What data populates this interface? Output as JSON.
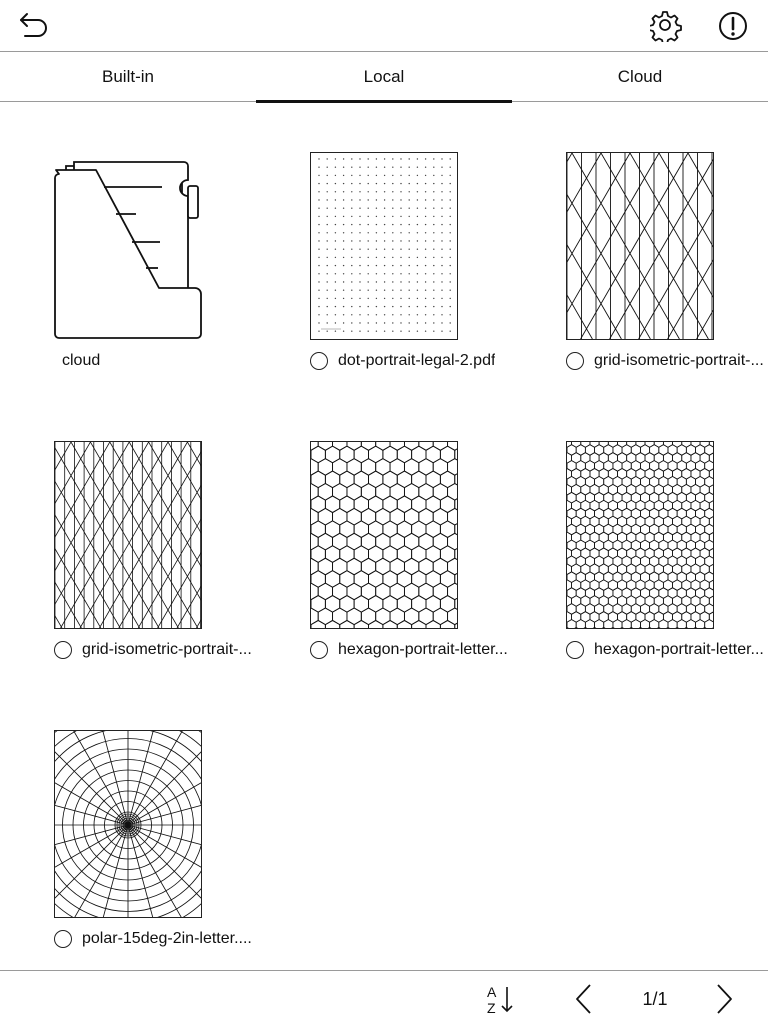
{
  "header": {
    "back_icon": "back-arrow-icon",
    "settings_icon": "gear-icon",
    "info_icon": "exclamation-circle-icon"
  },
  "tabs": [
    {
      "label": "Built-in",
      "active": false
    },
    {
      "label": "Local",
      "active": true
    },
    {
      "label": "Cloud",
      "active": false
    }
  ],
  "items": [
    {
      "name": "cloud",
      "type": "folder",
      "selectable": false
    },
    {
      "name": "dot-portrait-legal-2.pdf",
      "type": "dot-grid",
      "selectable": true,
      "checked": false
    },
    {
      "name": "grid-isometric-portrait-...",
      "type": "isometric-coarse",
      "selectable": true,
      "checked": false
    },
    {
      "name": "grid-isometric-portrait-...",
      "type": "isometric-fine",
      "selectable": true,
      "checked": false
    },
    {
      "name": "hexagon-portrait-letter...",
      "type": "hexagon-large",
      "selectable": true,
      "checked": false
    },
    {
      "name": "hexagon-portrait-letter...",
      "type": "hexagon-small",
      "selectable": true,
      "checked": false
    },
    {
      "name": "polar-15deg-2in-letter....",
      "type": "polar",
      "selectable": true,
      "checked": false
    }
  ],
  "footer": {
    "sort_icon": "sort-az-icon",
    "prev_icon": "chevron-left-icon",
    "page_indicator": "1/1",
    "next_icon": "chevron-right-icon"
  }
}
